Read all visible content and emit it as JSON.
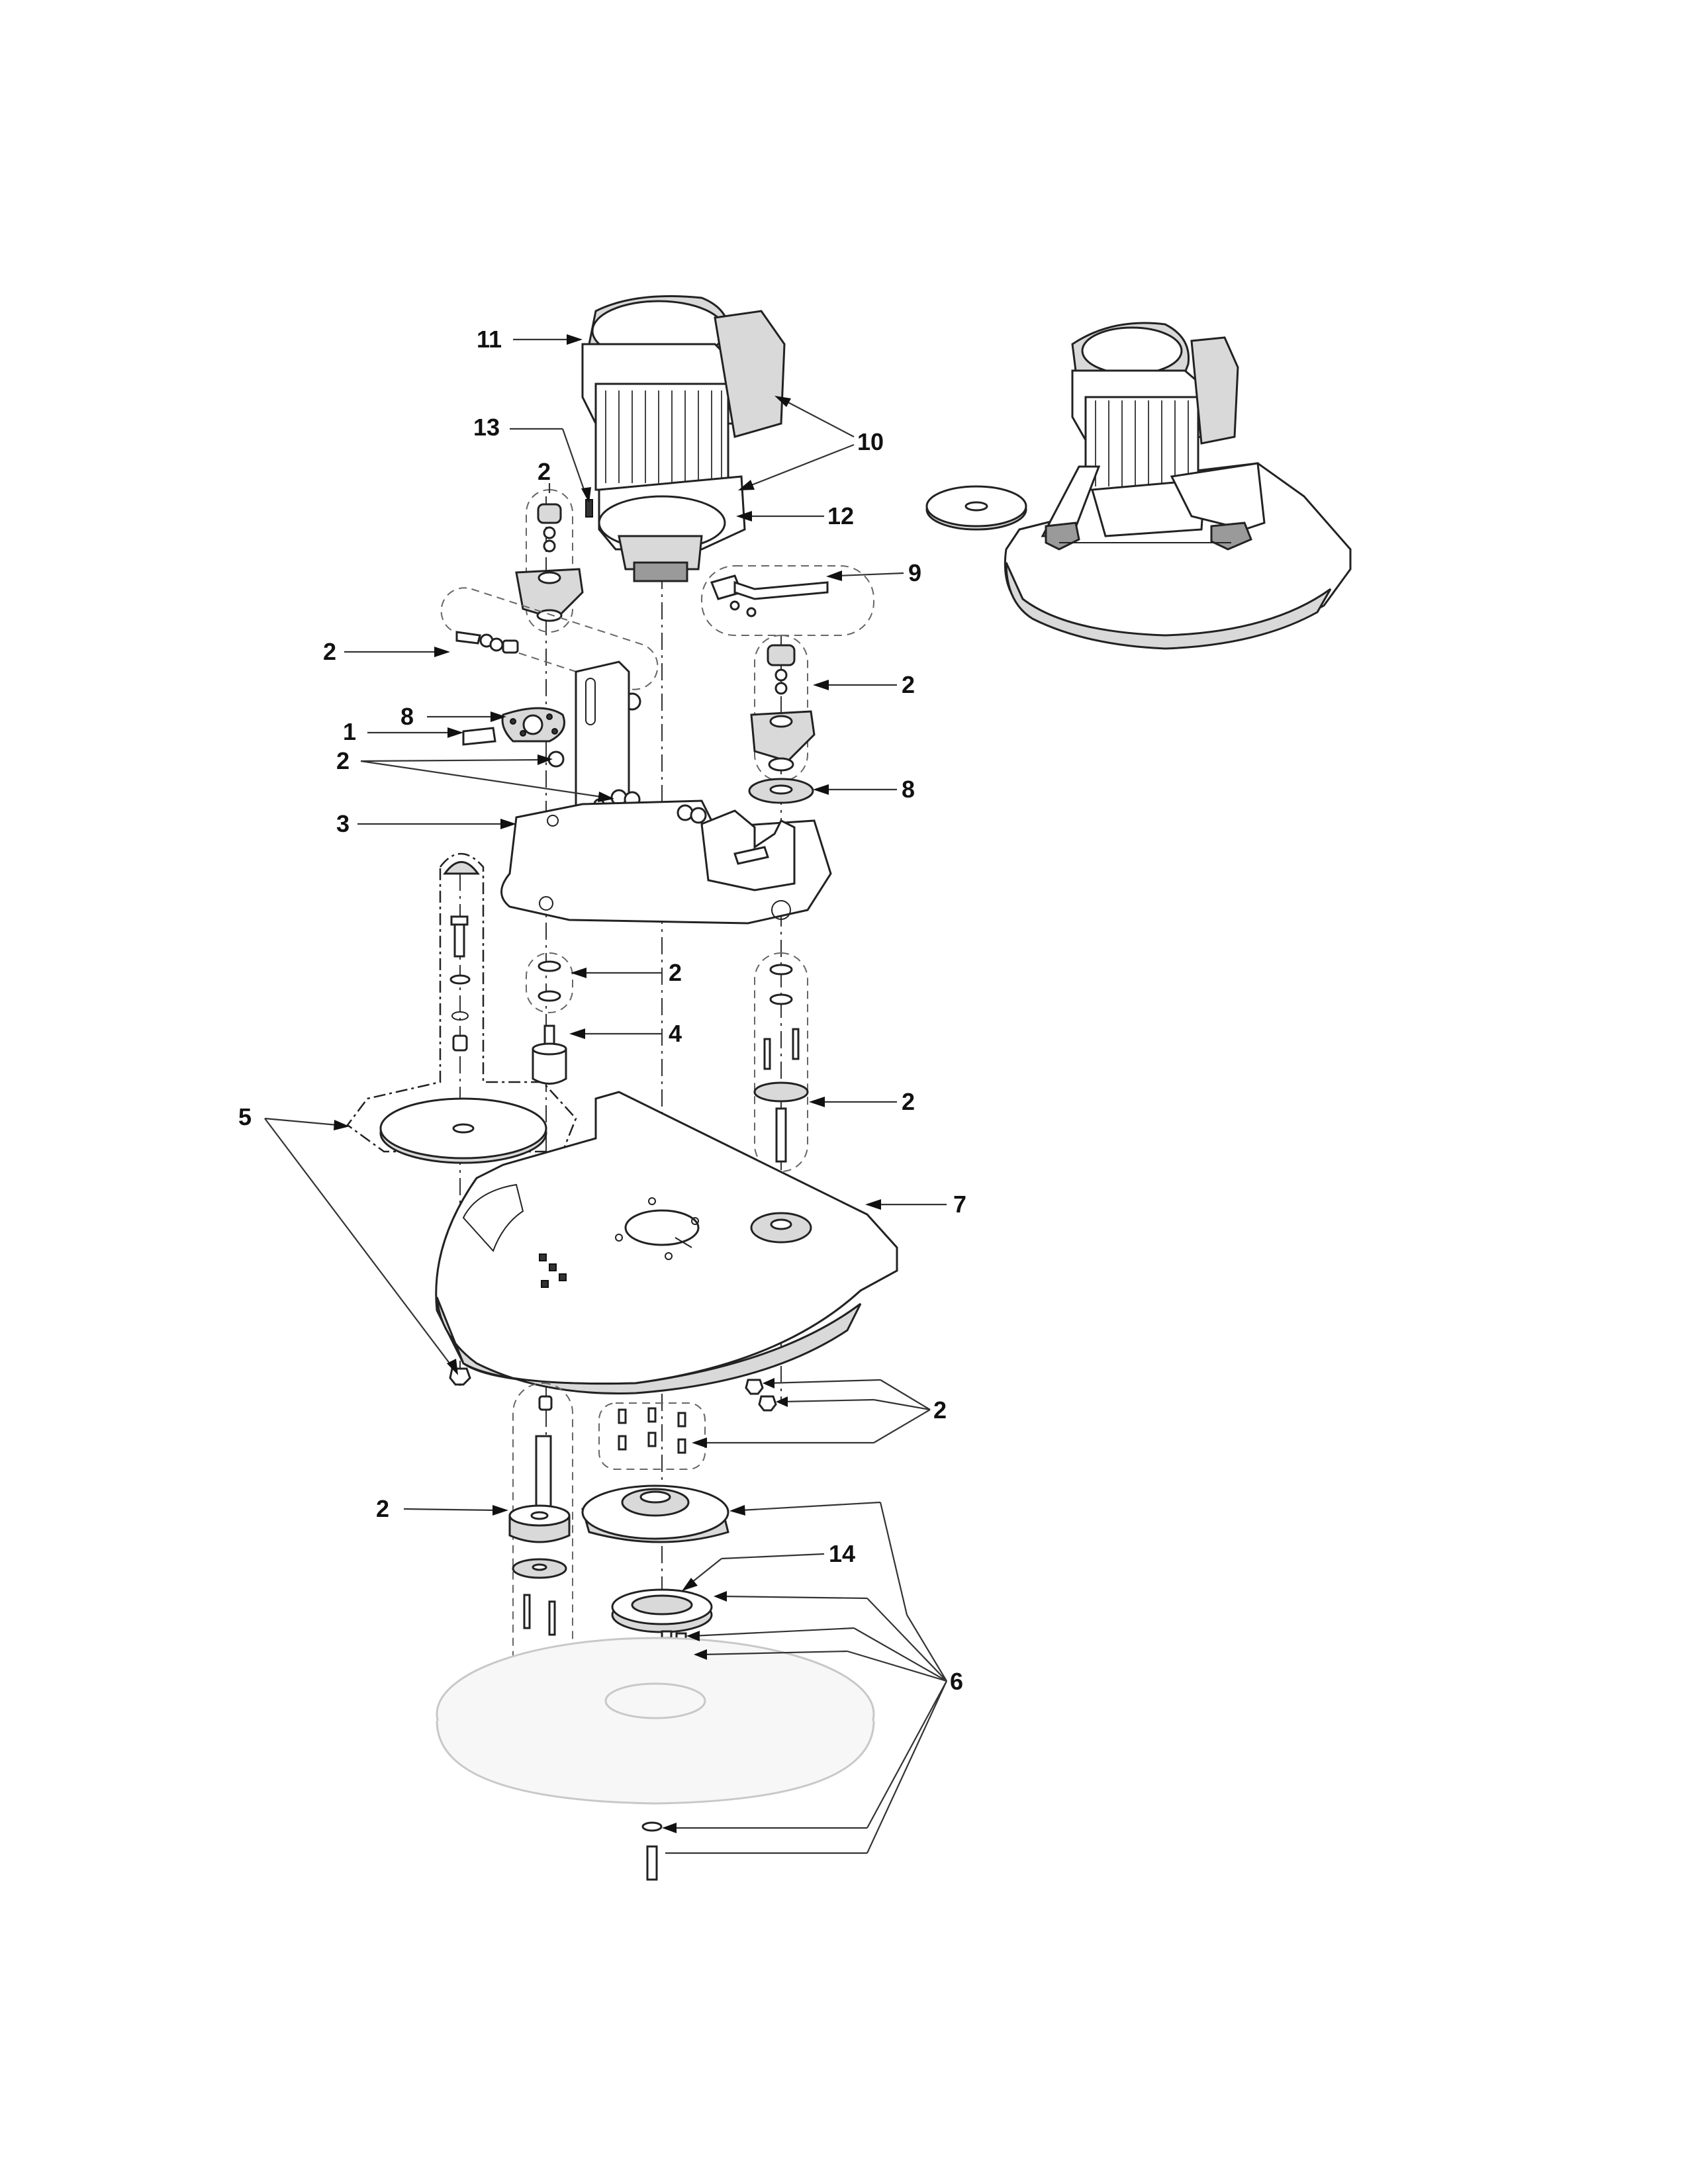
{
  "callouts": [
    {
      "id": "c11",
      "text": "11"
    },
    {
      "id": "c10",
      "text": "10"
    },
    {
      "id": "c13",
      "text": "13"
    },
    {
      "id": "c12",
      "text": "12"
    },
    {
      "id": "c9",
      "text": "9"
    },
    {
      "id": "c2a",
      "text": "2"
    },
    {
      "id": "c2b",
      "text": "2"
    },
    {
      "id": "c2c",
      "text": "2"
    },
    {
      "id": "c1",
      "text": "1"
    },
    {
      "id": "c8a",
      "text": "8"
    },
    {
      "id": "c2d",
      "text": "2"
    },
    {
      "id": "c8b",
      "text": "8"
    },
    {
      "id": "c3",
      "text": "3"
    },
    {
      "id": "c2e",
      "text": "2"
    },
    {
      "id": "c4",
      "text": "4"
    },
    {
      "id": "c2f",
      "text": "2"
    },
    {
      "id": "c5",
      "text": "5"
    },
    {
      "id": "c7",
      "text": "7"
    },
    {
      "id": "c2g",
      "text": "2"
    },
    {
      "id": "c2h",
      "text": "2"
    },
    {
      "id": "c14",
      "text": "14"
    },
    {
      "id": "c6",
      "text": "6"
    }
  ],
  "colors": {
    "line": "#222222",
    "shade": "#d9d9d9",
    "ghost": "#c8c8c8"
  }
}
